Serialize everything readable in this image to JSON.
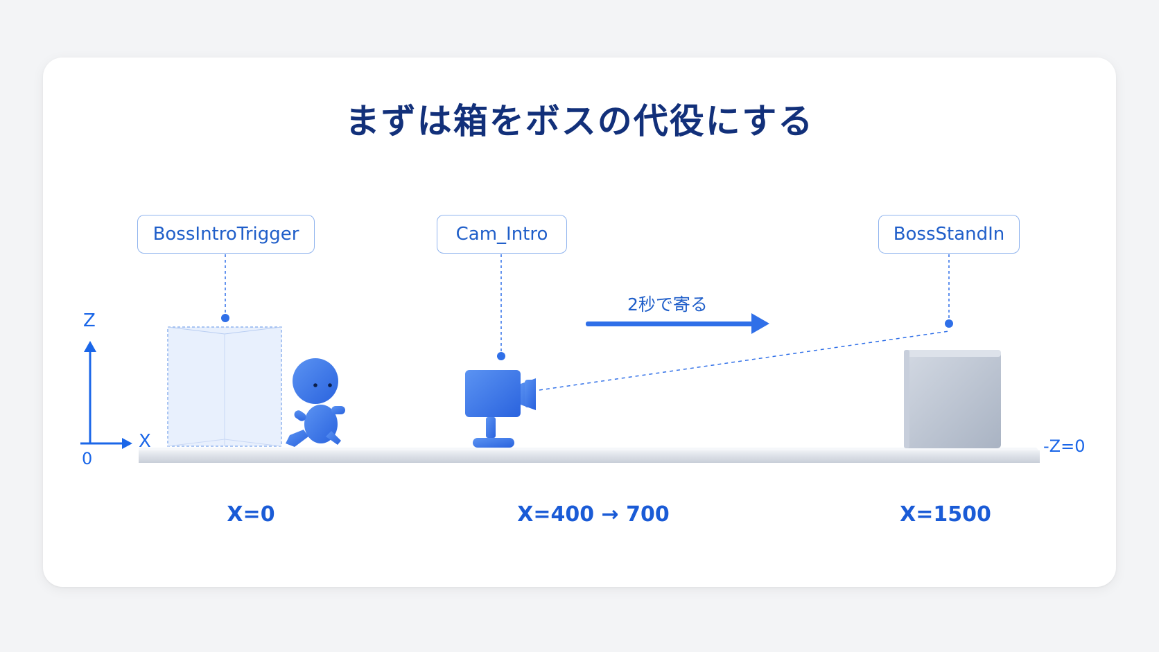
{
  "title": "まずは箱をボスの代役にする",
  "labels": {
    "trigger": "BossIntroTrigger",
    "camera": "Cam_Intro",
    "boss": "BossStandIn"
  },
  "arrow_caption": "2秒で寄る",
  "axis": {
    "z": "Z",
    "x": "X",
    "origin": "0",
    "ground": "-Z=0"
  },
  "positions": {
    "trigger": "X=0",
    "camera": "X=400 → 700",
    "boss": "X=1500"
  },
  "colors": {
    "accent": "#2f6fe8",
    "title": "#12307a",
    "box": "#bfc7d4"
  }
}
